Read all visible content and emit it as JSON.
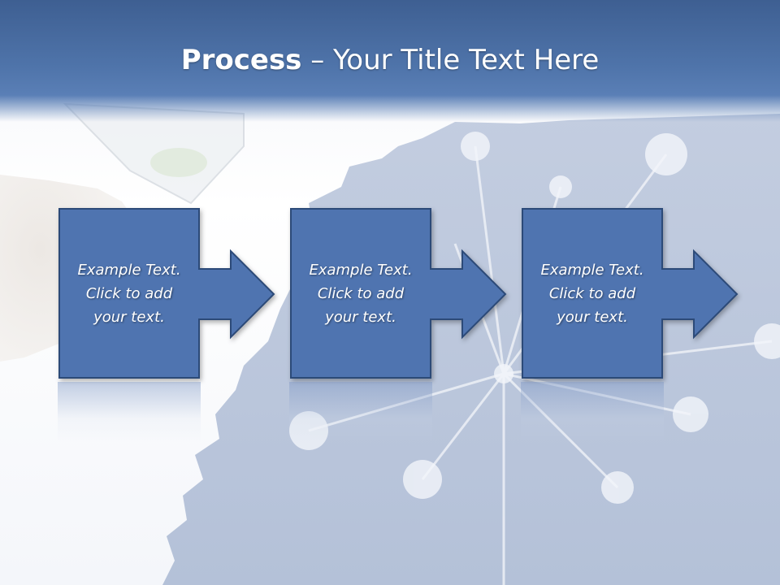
{
  "title": {
    "bold": "Process",
    "rest": " – Your Title Text Here"
  },
  "steps": [
    {
      "text": "Example Text.\nClick  to add\nyour text."
    },
    {
      "text": "Example Text.\nClick  to add\nyour text."
    },
    {
      "text": "Example Text.\nClick  to add\nyour text."
    }
  ],
  "colors": {
    "title_band": "#4f74aa",
    "box_fill": "#4f74b0",
    "box_border": "#2c4a78",
    "title_text": "#ffffff"
  }
}
